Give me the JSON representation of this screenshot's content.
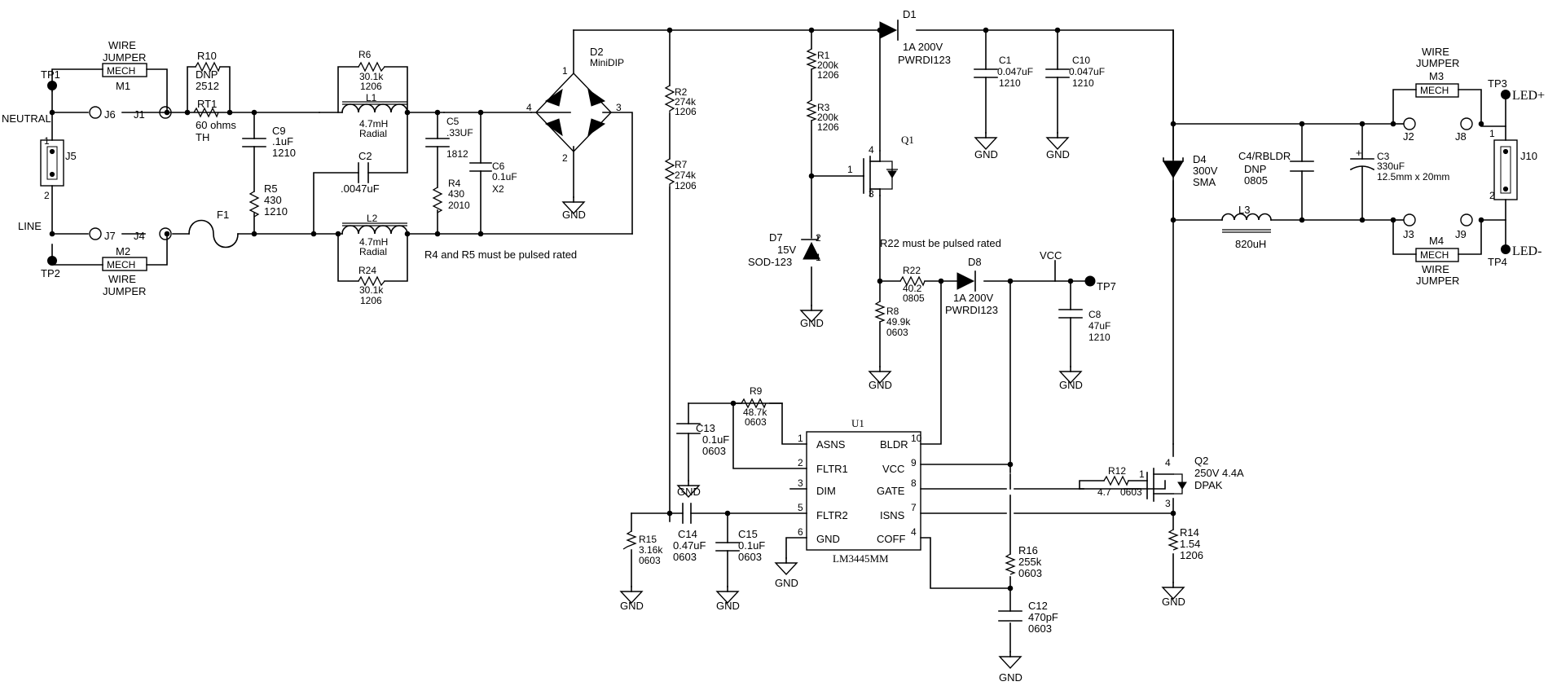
{
  "wire_jumper_label": "WIRE",
  "jumper_label": "JUMPER",
  "mech": "MECH",
  "gnd": "GND",
  "nodes": {
    "tp1": "TP1",
    "tp2": "TP2",
    "tp3": "TP3",
    "tp4": "TP4",
    "tp7": "TP7",
    "neutral": "NEUTRAL",
    "line": "LINE",
    "led_plus": "LED+",
    "led_minus": "LED-",
    "vcc": "VCC"
  },
  "connectors": {
    "j1": "J1",
    "j2": "J2",
    "j3": "J3",
    "j4": "J4",
    "j5": "J5",
    "j6": "J6",
    "j7": "J7",
    "j8": "J8",
    "j9": "J9",
    "j10": "J10",
    "m1": "M1",
    "m2": "M2",
    "m3": "M3",
    "m4": "M4",
    "pin1": "1",
    "pin2": "2",
    "pin3": "3",
    "pin4": "4"
  },
  "parts": {
    "r10": [
      "R10",
      "DNP",
      "2512"
    ],
    "rt1": [
      "RT1",
      "60 ohms",
      "TH"
    ],
    "c9": [
      "C9",
      ".1uF",
      "1210"
    ],
    "r5": [
      "R5",
      "430",
      "1210"
    ],
    "f1": [
      "F1"
    ],
    "r6": [
      "R6",
      "30.1k",
      "1206"
    ],
    "l1": [
      "L1",
      "4.7mH",
      "Radial"
    ],
    "c2": [
      "C2",
      ".0047uF"
    ],
    "l2": [
      "L2",
      "4.7mH",
      "Radial"
    ],
    "r24": [
      "R24",
      "30.1k",
      "1206"
    ],
    "c5": [
      "C5",
      ".33UF",
      "1812"
    ],
    "r4": [
      "R4",
      "430",
      "2010"
    ],
    "c6": [
      "C6",
      "0.1uF",
      "X2"
    ],
    "d2": [
      "D2",
      "MiniDIP"
    ],
    "r2": [
      "R2",
      "274k",
      "1206"
    ],
    "r7": [
      "R7",
      "274k",
      "1206"
    ],
    "r1": [
      "R1",
      "200k",
      "1206"
    ],
    "r3": [
      "R3",
      "200k",
      "1206"
    ],
    "q1": [
      "Q1"
    ],
    "d7": [
      "D7",
      "15V",
      "SOD-123"
    ],
    "d1": [
      "D1",
      "1A 200V",
      "PWRDI123"
    ],
    "c1": [
      "C1",
      "0.047uF",
      "1210"
    ],
    "c10": [
      "C10",
      "0.047uF",
      "1210"
    ],
    "r22": [
      "R22",
      "40.2",
      "0805"
    ],
    "d8": [
      "D8",
      "1A 200V",
      "PWRDI123"
    ],
    "r8": [
      "R8",
      "49.9k",
      "0603"
    ],
    "c8": [
      "C8",
      "47uF",
      "1210"
    ],
    "d4": [
      "D4",
      "300V",
      "SMA"
    ],
    "c4": [
      "C4/RBLDR",
      "DNP",
      "0805"
    ],
    "c3": [
      "C3",
      "330uF",
      "12.5mm x 20mm"
    ],
    "l3": [
      "L3",
      "820uH"
    ],
    "q2": [
      "Q2",
      "250V  4.4A",
      "DPAK"
    ],
    "r12": [
      "R12",
      "4.7",
      "0603"
    ],
    "r14": [
      "R14",
      "1.54",
      "1206"
    ],
    "r9": [
      "R9",
      "48.7k",
      "0603"
    ],
    "c13": [
      "C13",
      "0.1uF",
      "0603"
    ],
    "c14": [
      "C14",
      "0.47uF",
      "0603"
    ],
    "c15": [
      "C15",
      "0.1uF",
      "0603"
    ],
    "r15": [
      "R15",
      "3.16k",
      "0603"
    ],
    "r16": [
      "R16",
      "255k",
      "0603"
    ],
    "c12": [
      "C12",
      "470pF",
      "0603"
    ]
  },
  "notes": {
    "pulsed_r4_r5": "R4 and R5 must be pulsed rated",
    "pulsed_r22": "R22 must be pulsed rated"
  },
  "u1": {
    "ref": "U1",
    "part": "LM3445MM",
    "left_pins": [
      {
        "num": "1",
        "name": "ASNS"
      },
      {
        "num": "2",
        "name": "FLTR1"
      },
      {
        "num": "3",
        "name": "DIM"
      },
      {
        "num": "5",
        "name": "FLTR2"
      },
      {
        "num": "6",
        "name": "GND"
      }
    ],
    "right_pins": [
      {
        "num": "10",
        "name": "BLDR"
      },
      {
        "num": "9",
        "name": "VCC"
      },
      {
        "num": "8",
        "name": "GATE"
      },
      {
        "num": "7",
        "name": "ISNS"
      },
      {
        "num": "4",
        "name": "COFF"
      }
    ]
  }
}
